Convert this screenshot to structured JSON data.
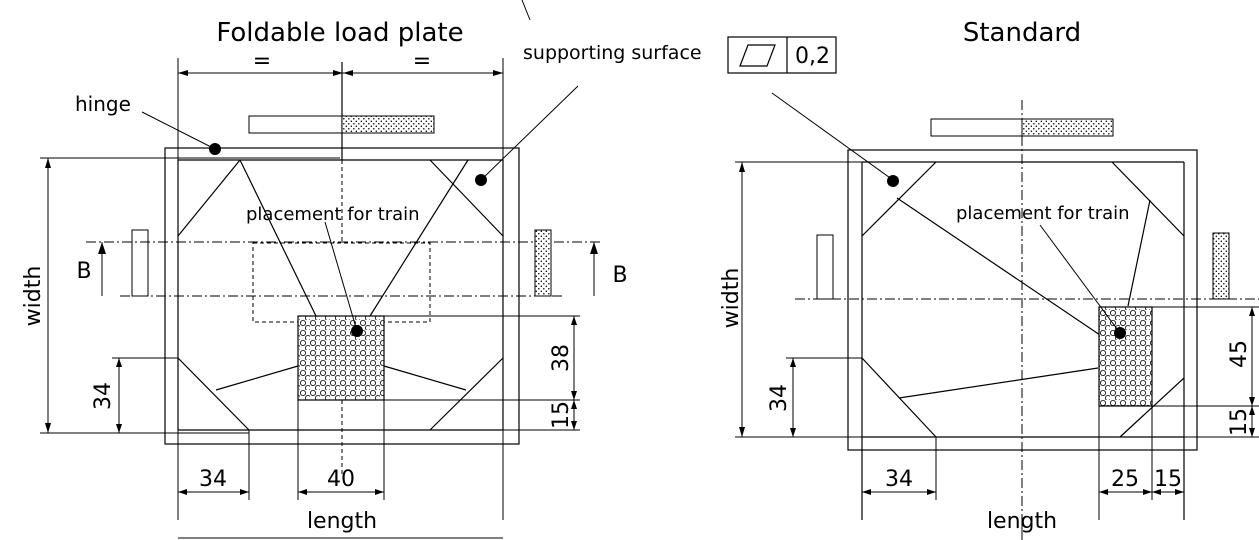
{
  "colors": {
    "ink": "#000000",
    "background": "#ffffff"
  },
  "left_diagram": {
    "title": "Foldable load plate",
    "equal_left": "=",
    "equal_right": "=",
    "hinge_label": "hinge",
    "placement_label": "placement for train",
    "width_label": "width",
    "length_label": "length",
    "section_left": "B",
    "section_right": "B",
    "dim_corner_vertical": "34",
    "dim_corner_horizontal": "34",
    "dim_pad_width": "40",
    "dim_pad_height": "38",
    "dim_bottom_gap": "15"
  },
  "center": {
    "supporting_surface_label": "supporting surface",
    "tolerance_value": "0,2"
  },
  "right_diagram": {
    "title": "Standard",
    "placement_label": "placement for train",
    "width_label": "width",
    "length_label": "length",
    "dim_corner_vertical": "34",
    "dim_corner_horizontal": "34",
    "dim_pad_width": "25",
    "dim_pad_offset": "15",
    "dim_pad_height": "45",
    "dim_bottom_gap": "15"
  }
}
